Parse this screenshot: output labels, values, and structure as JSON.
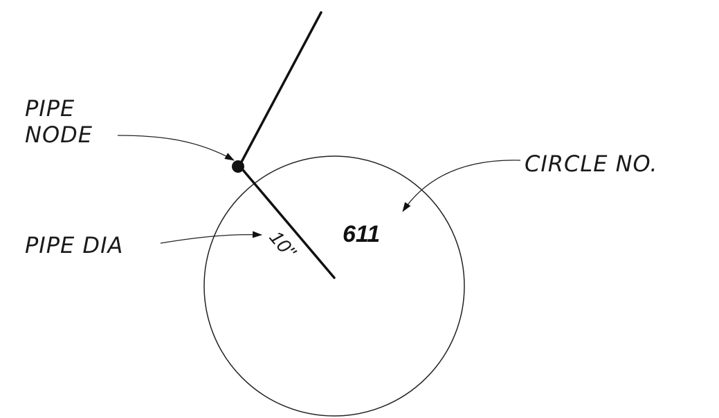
{
  "labels": {
    "pipe_node_line1": "PIPE",
    "pipe_node_line2": "NODE",
    "circle_no": "CIRCLE NO.",
    "pipe_dia": "PIPE DIA",
    "circle_number_value": "611",
    "pipe_diameter_value": "10\""
  },
  "colors": {
    "ink": "#111111",
    "background": "#ffffff"
  }
}
